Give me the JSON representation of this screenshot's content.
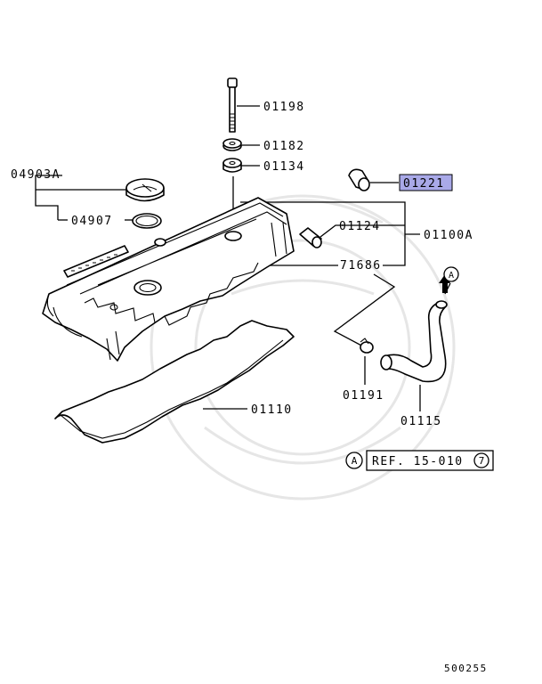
{
  "diagram": {
    "labels": {
      "bolt": "01198",
      "washer": "01182",
      "grommet": "01134",
      "cap_assy": "04903A",
      "oil_cap": "04907",
      "plug": "01221",
      "pcv_pipe": "01124",
      "cover_assy": "01100A",
      "cover_bolt": "71686",
      "gasket": "01110",
      "clamp": "01191",
      "hose": "01115"
    },
    "ref": {
      "marker": "A",
      "text": "REF. 15-010",
      "number": "7"
    },
    "hose_marker": "A",
    "drawing_code": "500255",
    "highlight_color": "#a9a9e8"
  }
}
